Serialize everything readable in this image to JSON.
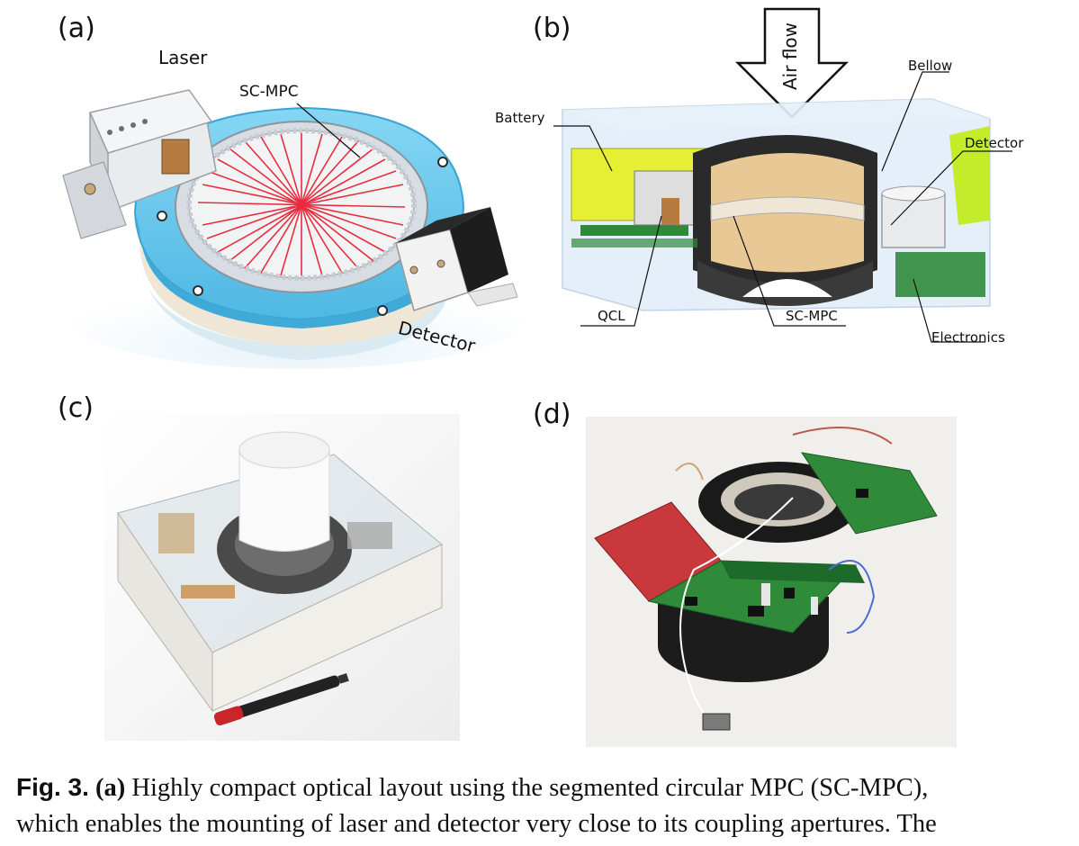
{
  "panels": {
    "a": {
      "letter": "(a)",
      "labels": {
        "laser": "Laser",
        "scmpc": "SC-MPC",
        "detector": "Detector"
      }
    },
    "b": {
      "letter": "(b)",
      "labels": {
        "airflow": "Air flow",
        "bellow": "Bellow",
        "battery": "Battery",
        "detector": "Detector",
        "qcl": "QCL",
        "scmpc": "SC-MPC",
        "electronics": "Electronics"
      }
    },
    "c": {
      "letter": "(c)"
    },
    "d": {
      "letter": "(d)"
    }
  },
  "caption": {
    "fig_label": "Fig. 3.",
    "panel_ref": "(a)",
    "line1_rest": " Highly compact optical layout using the segmented circular MPC (SC-MPC),",
    "line2": "which enables the mounting of laser and detector very close to its coupling apertures. The"
  },
  "colors": {
    "cyan_ring": "#5fc4ec",
    "laser_red": "#e8182a",
    "battery_yellow": "#e6ef33",
    "brass": "#c9a774",
    "pcb_green": "#2f8a3a",
    "pcb_red": "#d73a3a"
  }
}
